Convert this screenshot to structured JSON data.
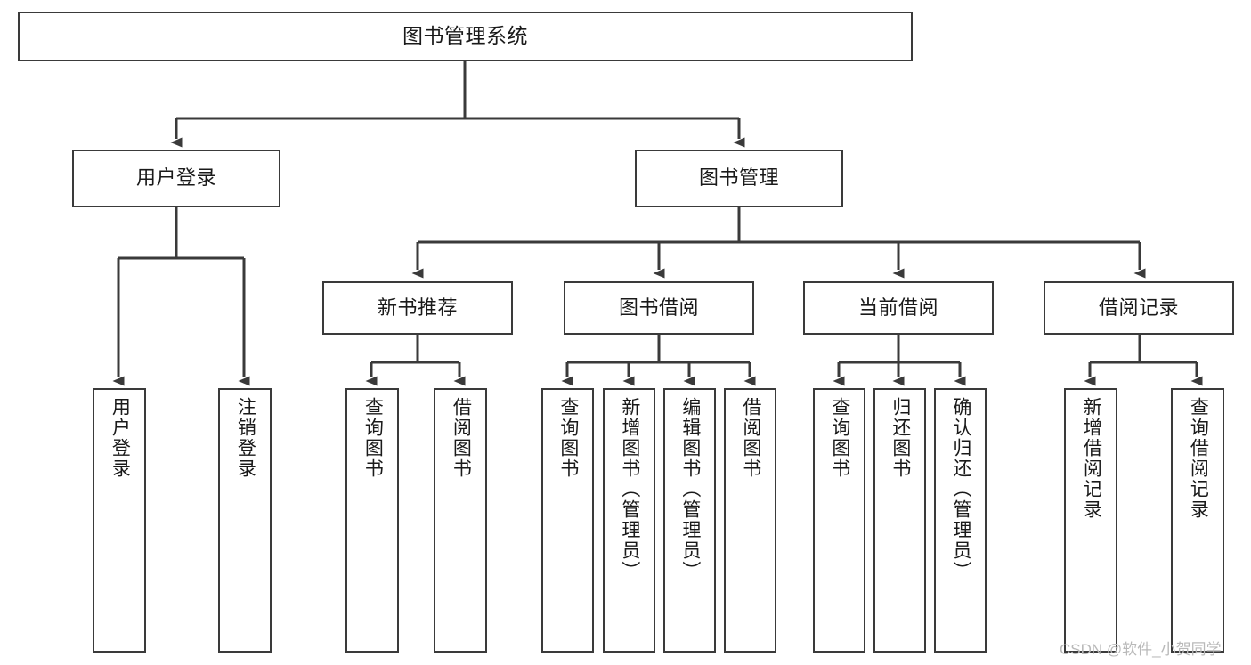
{
  "diagram": {
    "title": "图书管理系统",
    "type": "tree-hierarchy-diagram",
    "colors": {
      "box_border": "#3a3a3a",
      "box_fill": "#ffffff",
      "edge": "#3a3a3a",
      "text": "#1a1a1a",
      "watermark": "#b9b9b9",
      "background": "#ffffff"
    },
    "nodes": {
      "root": {
        "label": "图书管理系统"
      },
      "level2": [
        {
          "id": "user-login",
          "label": "用户登录"
        },
        {
          "id": "book-management",
          "label": "图书管理"
        }
      ],
      "level3": [
        {
          "id": "new-book-recommend",
          "label": "新书推荐"
        },
        {
          "id": "book-borrow",
          "label": "图书借阅"
        },
        {
          "id": "current-borrow",
          "label": "当前借阅"
        },
        {
          "id": "borrow-record",
          "label": "借阅记录"
        }
      ],
      "leaves": {
        "user-login": [
          {
            "id": "leaf-user-login",
            "label": "用户登录"
          },
          {
            "id": "leaf-logout-login",
            "label": "注销登录"
          }
        ],
        "new-book-recommend": [
          {
            "id": "leaf-query-book-1",
            "label": "查询图书"
          },
          {
            "id": "leaf-borrow-book-1",
            "label": "借阅图书"
          }
        ],
        "book-borrow": [
          {
            "id": "leaf-query-book-2",
            "label": "查询图书"
          },
          {
            "id": "leaf-add-book",
            "label": "新增图书（管理员）"
          },
          {
            "id": "leaf-edit-book",
            "label": "编辑图书（管理员）"
          },
          {
            "id": "leaf-borrow-book-2",
            "label": "借阅图书"
          }
        ],
        "current-borrow": [
          {
            "id": "leaf-query-book-3",
            "label": "查询图书"
          },
          {
            "id": "leaf-return-book",
            "label": "归还图书"
          },
          {
            "id": "leaf-confirm-return",
            "label": "确认归还（管理员）"
          }
        ],
        "borrow-record": [
          {
            "id": "leaf-add-record",
            "label": "新增借阅记录"
          },
          {
            "id": "leaf-query-record",
            "label": "查询借阅记录"
          }
        ]
      }
    },
    "watermark": "CSDN @软件_小贺同学"
  }
}
